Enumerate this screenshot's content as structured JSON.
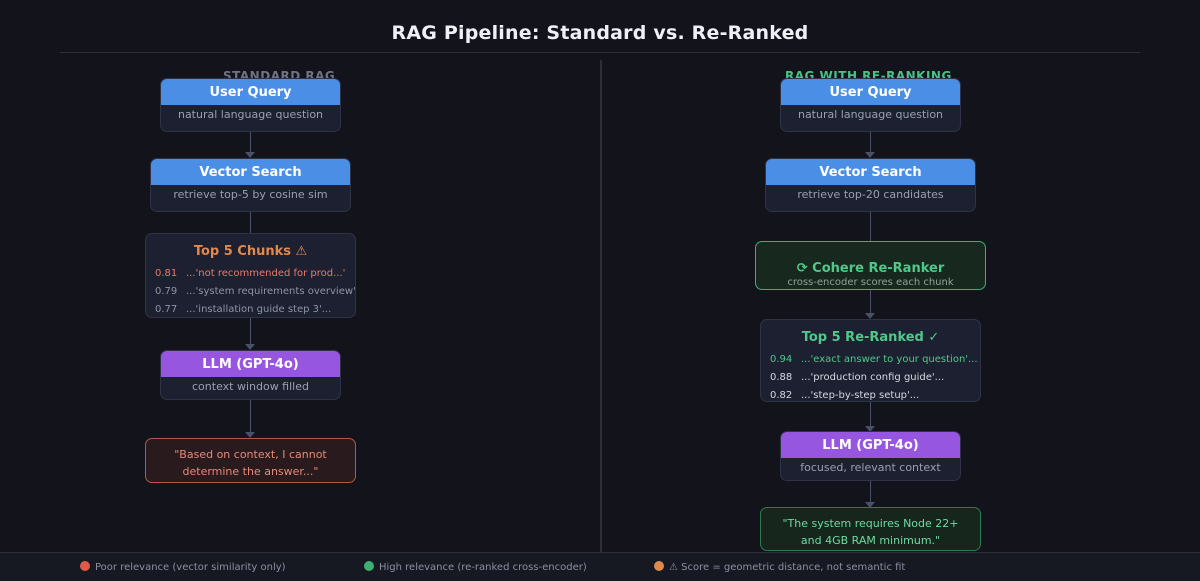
{
  "title": "RAG Pipeline: Standard vs. Re-Ranked",
  "standard": {
    "label": "STANDARD RAG",
    "query": {
      "title": "User Query",
      "sub": "natural language question"
    },
    "search": {
      "title": "Vector Search",
      "sub": "retrieve top-5 by cosine sim"
    },
    "chunks": {
      "title": "Top 5 Chunks  ⚠",
      "rows": [
        {
          "score": "0.81",
          "text": "...'not recommended for prod...'"
        },
        {
          "score": "0.79",
          "text": "...'system requirements overview'..."
        },
        {
          "score": "0.77",
          "text": "...'installation guide step 3'..."
        }
      ]
    },
    "llm": {
      "title": "LLM (GPT-4o)",
      "sub": "context window filled"
    },
    "answer": {
      "line1": "\"Based on context, I cannot",
      "line2": "determine the answer...\""
    }
  },
  "reranked": {
    "label": "RAG WITH RE-RANKING",
    "query": {
      "title": "User Query",
      "sub": "natural language question"
    },
    "search": {
      "title": "Vector Search",
      "sub": "retrieve top-20 candidates"
    },
    "reranker": {
      "title": "⟳  Cohere Re-Ranker",
      "sub": "cross-encoder scores each chunk"
    },
    "chunks": {
      "title": "Top 5 Re-Ranked  ✓",
      "rows": [
        {
          "score": "0.94",
          "text": "...'exact answer to your question'..."
        },
        {
          "score": "0.88",
          "text": "...'production config guide'..."
        },
        {
          "score": "0.82",
          "text": "...'step-by-step setup'..."
        }
      ]
    },
    "llm": {
      "title": "LLM (GPT-4o)",
      "sub": "focused, relevant context"
    },
    "answer": {
      "line1": "\"The system requires Node 22+",
      "line2": "and 4GB RAM minimum.\""
    }
  },
  "legend": [
    {
      "label": "Poor relevance (vector similarity only)",
      "color": "#e05a4a"
    },
    {
      "label": "High relevance (re-ranked cross-encoder)",
      "color": "#3fae73"
    },
    {
      "label": "⚠  Score = geometric distance, not semantic fit",
      "color": "#e08a4a"
    }
  ],
  "colors": {
    "warn": "#e0894f",
    "bad_score": "#e87a6a",
    "good": "#4fc98a",
    "muted": "#9aa0b2"
  }
}
